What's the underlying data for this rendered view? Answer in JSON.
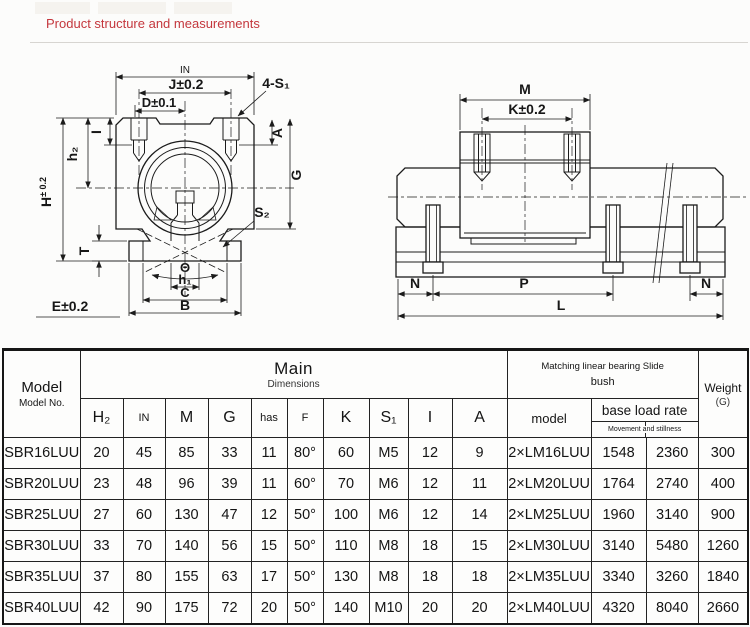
{
  "header": {
    "title": "Product structure and measurements",
    "accent_color": "#c4373d"
  },
  "drawing": {
    "front_view": {
      "in": "IN",
      "j": "J±0.2",
      "d": "D±0.1",
      "four_s1": "4-S₁",
      "i": "I",
      "h2": "h₂",
      "H_main": "H",
      "H_sup": "± 0.2",
      "a": "A",
      "g": "G",
      "s2": "S₂",
      "t": "T",
      "theta": "Θ",
      "h1": "h₁",
      "c": "C",
      "b": "B",
      "e": "E±0.2"
    },
    "side_view": {
      "m": "M",
      "k": "K±0.2",
      "n_left": "N",
      "p": "P",
      "n_right": "N",
      "l": "L"
    },
    "line_color": "#1b1b1b"
  },
  "table": {
    "model_header": {
      "line1": "Model",
      "line2": "Model No."
    },
    "main_header": {
      "line1": "Main",
      "line2": "Dimensions"
    },
    "matching_header": {
      "line1": "Matching linear bearing Slide",
      "line2": "bush"
    },
    "weight_header": {
      "line1": "Weight",
      "line2": "(G)"
    },
    "sub_headers": [
      "H₂",
      "IN",
      "M",
      "G",
      "has",
      "F",
      "K",
      "S₁",
      "I",
      "A"
    ],
    "matching_sub": {
      "model": "model",
      "base_load_rate": "base load rate",
      "movement": "Movement and stillness"
    },
    "row_keys": [
      "model",
      "h2",
      "in",
      "m",
      "g",
      "has",
      "f",
      "k",
      "s1",
      "i",
      "a",
      "bush",
      "load_move",
      "load_still",
      "weight"
    ],
    "rows": [
      {
        "model": "SBR16LUU",
        "h2": "20",
        "in": "45",
        "m": "85",
        "g": "33",
        "has": "11",
        "f": "80°",
        "k": "60",
        "s1": "M5",
        "i": "12",
        "a": "9",
        "bush": "2×LM16LUU",
        "load_move": "1548",
        "load_still": "2360",
        "weight": "300"
      },
      {
        "model": "SBR20LUU",
        "h2": "23",
        "in": "48",
        "m": "96",
        "g": "39",
        "has": "11",
        "f": "60°",
        "k": "70",
        "s1": "M6",
        "i": "12",
        "a": "11",
        "bush": "2×LM20LUU",
        "load_move": "1764",
        "load_still": "2740",
        "weight": "400"
      },
      {
        "model": "SBR25LUU",
        "h2": "27",
        "in": "60",
        "m": "130",
        "g": "47",
        "has": "12",
        "f": "50°",
        "k": "100",
        "s1": "M6",
        "i": "12",
        "a": "14",
        "bush": "2×LM25LUU",
        "load_move": "1960",
        "load_still": "3140",
        "weight": "900"
      },
      {
        "model": "SBR30LUU",
        "h2": "33",
        "in": "70",
        "m": "140",
        "g": "56",
        "has": "15",
        "f": "50°",
        "k": "110",
        "s1": "M8",
        "i": "18",
        "a": "15",
        "bush": "2×LM30LUU",
        "load_move": "3140",
        "load_still": "5480",
        "weight": "1260"
      },
      {
        "model": "SBR35LUU",
        "h2": "37",
        "in": "80",
        "m": "155",
        "g": "63",
        "has": "17",
        "f": "50°",
        "k": "130",
        "s1": "M8",
        "i": "18",
        "a": "18",
        "bush": "2×LM35LUU",
        "load_move": "3340",
        "load_still": "3260",
        "weight": "1840"
      },
      {
        "model": "SBR40LUU",
        "h2": "42",
        "in": "90",
        "m": "175",
        "g": "72",
        "has": "20",
        "f": "50°",
        "k": "140",
        "s1": "M10",
        "i": "20",
        "a": "20",
        "bush": "2×LM40LUU",
        "load_move": "4320",
        "load_still": "8040",
        "weight": "2660"
      }
    ],
    "border_color": "#232323"
  }
}
